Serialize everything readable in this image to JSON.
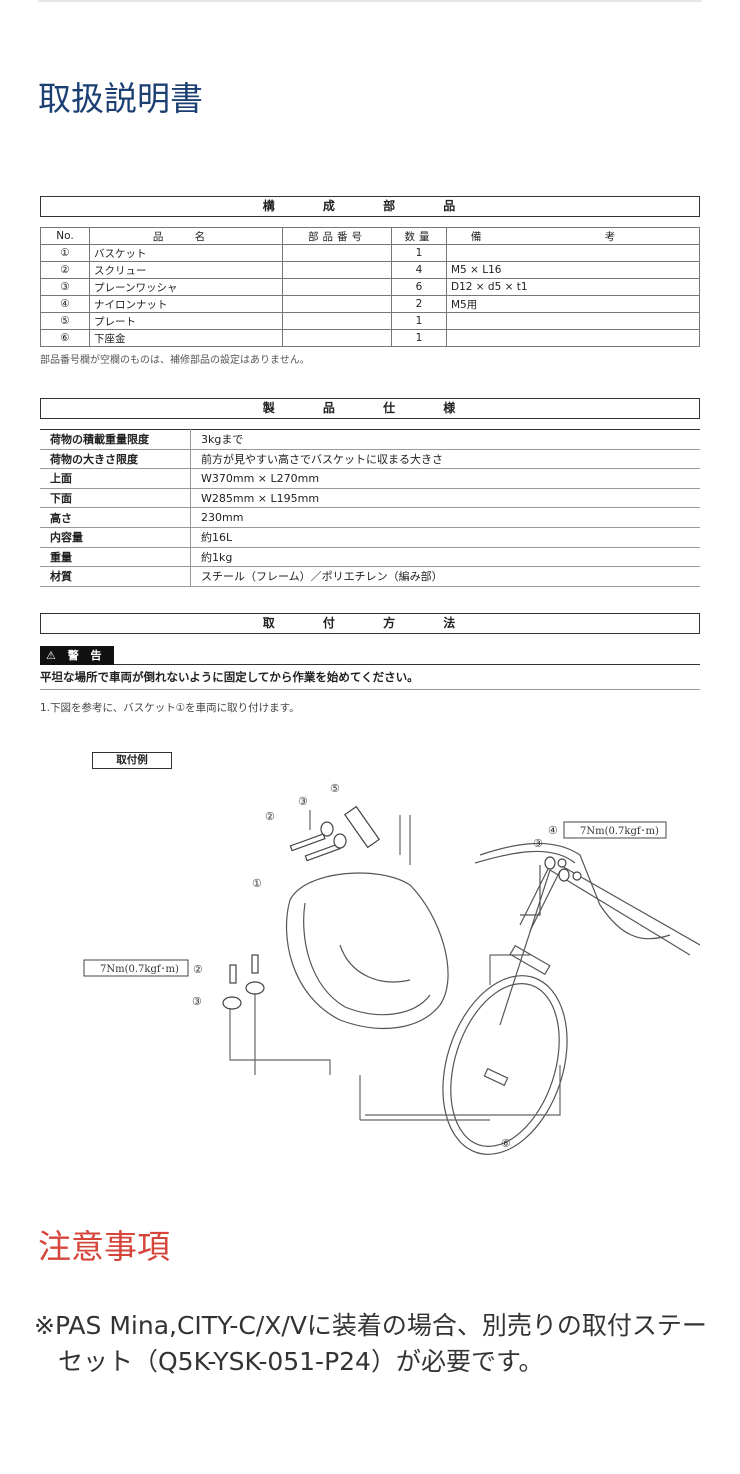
{
  "section_title_manual": "取扱説明書",
  "parts_table": {
    "title": "構 成 部 品",
    "headers": [
      "No.",
      "品 名",
      "部品番号",
      "数量",
      "備 考"
    ],
    "rows": [
      {
        "no": "①",
        "name": "バスケット",
        "part_no": "",
        "qty": "1",
        "note": ""
      },
      {
        "no": "②",
        "name": "スクリュー",
        "part_no": "",
        "qty": "4",
        "note": "M5 × L16"
      },
      {
        "no": "③",
        "name": "プレーンワッシャ",
        "part_no": "",
        "qty": "6",
        "note": "D12 × d5 × t1"
      },
      {
        "no": "④",
        "name": "ナイロンナット",
        "part_no": "",
        "qty": "2",
        "note": "M5用"
      },
      {
        "no": "⑤",
        "name": "プレート",
        "part_no": "",
        "qty": "1",
        "note": ""
      },
      {
        "no": "⑥",
        "name": "下座金",
        "part_no": "",
        "qty": "1",
        "note": ""
      }
    ],
    "footnote": "部品番号欄が空欄のものは、補修部品の設定はありません。"
  },
  "spec_table": {
    "title": "製 品 仕 様",
    "rows": [
      {
        "label": "荷物の積載重量限度",
        "value": "3kgまで"
      },
      {
        "label": "荷物の大きさ限度",
        "value": "前方が見やすい高さでバスケットに収まる大きさ"
      },
      {
        "label": "上面",
        "value": "W370mm × L270mm"
      },
      {
        "label": "下面",
        "value": "W285mm × L195mm"
      },
      {
        "label": "高さ",
        "value": "230mm"
      },
      {
        "label": "内容量",
        "value": "約16L"
      },
      {
        "label": "重量",
        "value": "約1kg"
      },
      {
        "label": "材質",
        "value": "スチール（フレーム）／ポリエチレン（編み部）"
      }
    ]
  },
  "install": {
    "title": "取 付 方 法",
    "warning_badge": "⚠ 警 告",
    "warning_text": "平坦な場所で車両が倒れないように固定してから作業を始めてください。",
    "step1": "1.下図を参考に、バスケット①を車両に取り付けます。",
    "figure_label": "取付例",
    "torque_right": "7Nm(0.7kgf･m)",
    "torque_left": "7Nm(0.7kgf･m)",
    "callouts": [
      "①",
      "②",
      "③",
      "④",
      "⑤",
      "⑥"
    ]
  },
  "section_title_notes": "注意事項",
  "notice_text": "※PAS Mina,CITY-C/X/Vに装着の場合、別売りの取付ステーセット（Q5K-YSK-051-P24）が必要です。"
}
